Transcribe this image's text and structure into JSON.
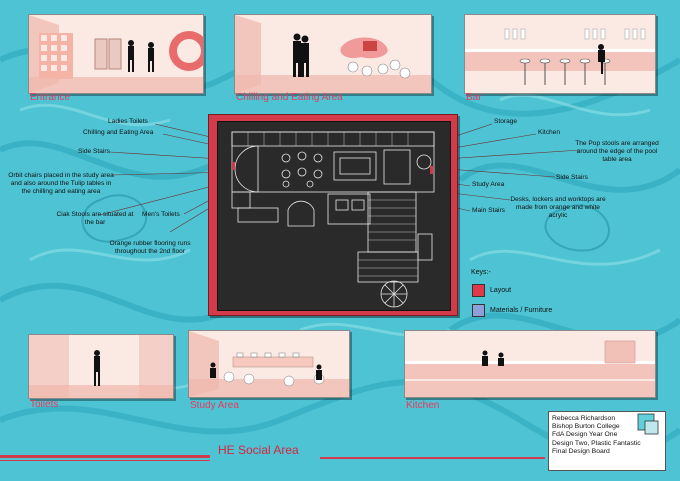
{
  "title": "HE Social Area",
  "panels": {
    "entrance": "Entrance",
    "chilling": "Chilling and Eating Area",
    "bar": "Bar",
    "toilets": "Toilets",
    "study": "Study Area",
    "kitchen": "Kitchen"
  },
  "labels": {
    "ladies_toilets": "Ladies Toilets",
    "chilling_eating": "Chilling and Eating Area",
    "side_stairs_left": "Side Stairs",
    "orbit_chairs": "Orbit chairs placed in the study area and also around the Tulip tables in the chilling and eating area",
    "ciak_stools": "Ciak Stools are situated at the bar",
    "mens_toilets": "Men's Toilets",
    "orange_flooring": "Orange rubber flooring runs throughout the 2nd floor",
    "storage": "Storage",
    "kitchen": "Kitchen",
    "pop_stools": "The Pop stools are arranged around the edge of the pool table area",
    "side_stairs_right": "Side Stairs",
    "study_area": "Study Area",
    "main_stairs": "Main Stairs",
    "desks": "Desks, lockers and worktops are made from orange and white acrylic"
  },
  "key": {
    "title": "Keys:-",
    "items": [
      {
        "label": "Layout",
        "color": "#e03a4a"
      },
      {
        "label": "Materials / Furniture",
        "color": "#8fa0d8"
      }
    ]
  },
  "credit": {
    "lines": [
      "Rebecca Richardson",
      "Bishop Burton College",
      "FdA Design Year One",
      "Design Two, Plastic Fantastic",
      "Final Design Board"
    ]
  },
  "colors": {
    "background": "#4ec3d3",
    "accent": "#d33a4a",
    "caption": "#e83a5a"
  }
}
